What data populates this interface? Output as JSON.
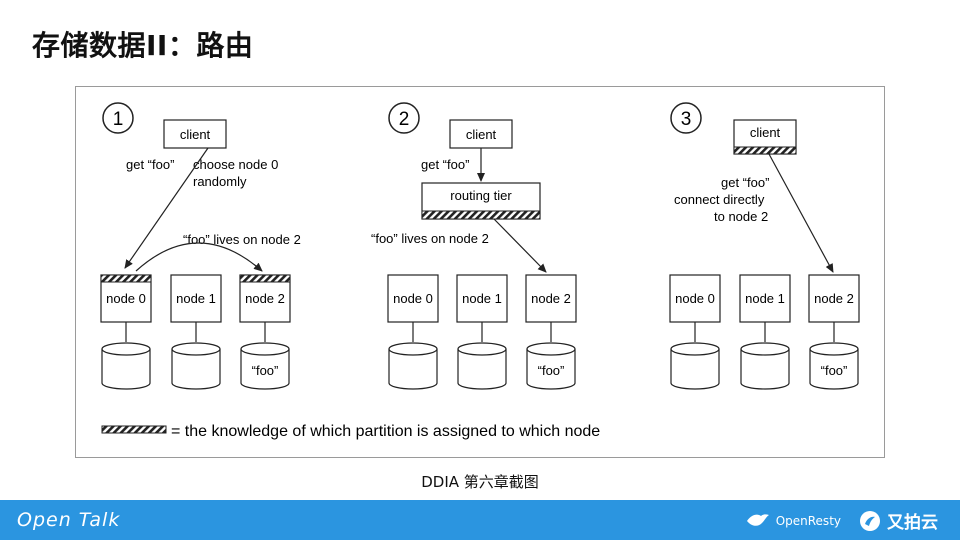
{
  "title": "存储数据II：路由",
  "caption": "DDIA 第六章截图",
  "footer": {
    "left": "Open Talk",
    "brand_primary": "OpenResty",
    "brand_secondary": "又拍云"
  },
  "diagram": {
    "steps": [
      {
        "number": "1",
        "client": "client",
        "label_get": "get “foo”",
        "label_note_1": "choose node 0",
        "label_note_2": "randomly",
        "lives_label": "“foo” lives on node 2",
        "nodes": [
          "node 0",
          "node 1",
          "node 2"
        ],
        "disk_label": "“foo”"
      },
      {
        "number": "2",
        "client": "client",
        "label_get": "get “foo”",
        "routing": "routing tier",
        "lives_label": "“foo” lives on node 2",
        "nodes": [
          "node 0",
          "node 1",
          "node 2"
        ],
        "disk_label": "“foo”"
      },
      {
        "number": "3",
        "client": "client",
        "label_get": "get “foo”",
        "label_note_1": "connect directly",
        "label_note_2": "to node 2",
        "nodes": [
          "node 0",
          "node 1",
          "node 2"
        ],
        "disk_label": "“foo”"
      }
    ],
    "legend": "= the knowledge of which partition is assigned to which node"
  }
}
